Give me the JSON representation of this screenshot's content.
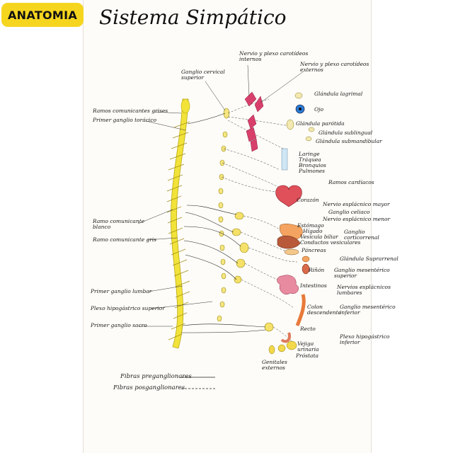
{
  "badge": "ANATOMIA",
  "title": "Sistema Simpático",
  "labels": {
    "nervio_plexo_internos": "Nervio y plexo carotídeos\ninternos",
    "nervio_plexo_externos": "Nervio y plexo carotídeos\nexternos",
    "ganglio_cervical": "Ganglio cervical\nsuperior",
    "ramos_grises_top": "Ramos comunicantes grises",
    "primer_toracico": "Primer ganglio torácico",
    "glandula_lagrimal": "Glándula lagrimal",
    "ojo": "Ojo",
    "glandula_parotida": "Glándula parótida",
    "glandula_sublingual": "Glándula sublingual",
    "glandula_submandibular": "Glándula submandibular",
    "laringe": "Laringe\nTráquea\nBronquios\nPulmones",
    "ramos_cardiacos": "Ramos cardíacos",
    "corazon": "Corazón",
    "nervio_esplacnico_mayor": "Nervio esplácnico mayor",
    "ganglio_celiaco": "Ganglio celiaco",
    "nervio_esplacnico_menor": "Nervio esplácnico menor",
    "estomago": "Estómago",
    "higado": "Hígado",
    "vesicula": "Vesícula biliar\nConductos vesiculares",
    "ganglio_corticorrenal": "Ganglio\ncorticorrenal",
    "ramo_blanco": "Ramo comunicante\nblanco",
    "ramo_gris": "Ramo comunicante gris",
    "pancreas": "Páncreas",
    "glandula_suprarrenal": "Glándula Suprarrenal",
    "rinon": "Riñón",
    "ganglio_mesenterico_superior": "Ganglio mesentérico\nsuperior",
    "intestinos": "Intestinos",
    "nervios_esplacnicos_lumbares": "Nervios esplácnicos\nlumbares",
    "colon_descendente": "Colon\ndescendente",
    "ganglio_mesenterico_inferior": "Ganglio mesentérico\ninferior",
    "primer_lumbar": "Primer ganglio lumbar",
    "plexo_hipogastrico_superior": "Plexo hipogástrico superior",
    "primer_sacro": "Primer ganglio sacro",
    "recto": "Recto",
    "plexo_hipogastrico_inferior": "Plexo hipogástrico\ninferior",
    "vejiga": "Vejiga\nurinaria",
    "prostata": "Próstata",
    "genitales": "Genitales\nexternos"
  },
  "legend": {
    "preganglionares": "Fibras preganglionares",
    "posganglionares": "Fibras posganglionares"
  },
  "colors": {
    "badge": "#f6d51f",
    "spine": "#f2e33a",
    "vessels": "#d8406b",
    "organs": "#f4a460",
    "heart": "#e0505a"
  }
}
